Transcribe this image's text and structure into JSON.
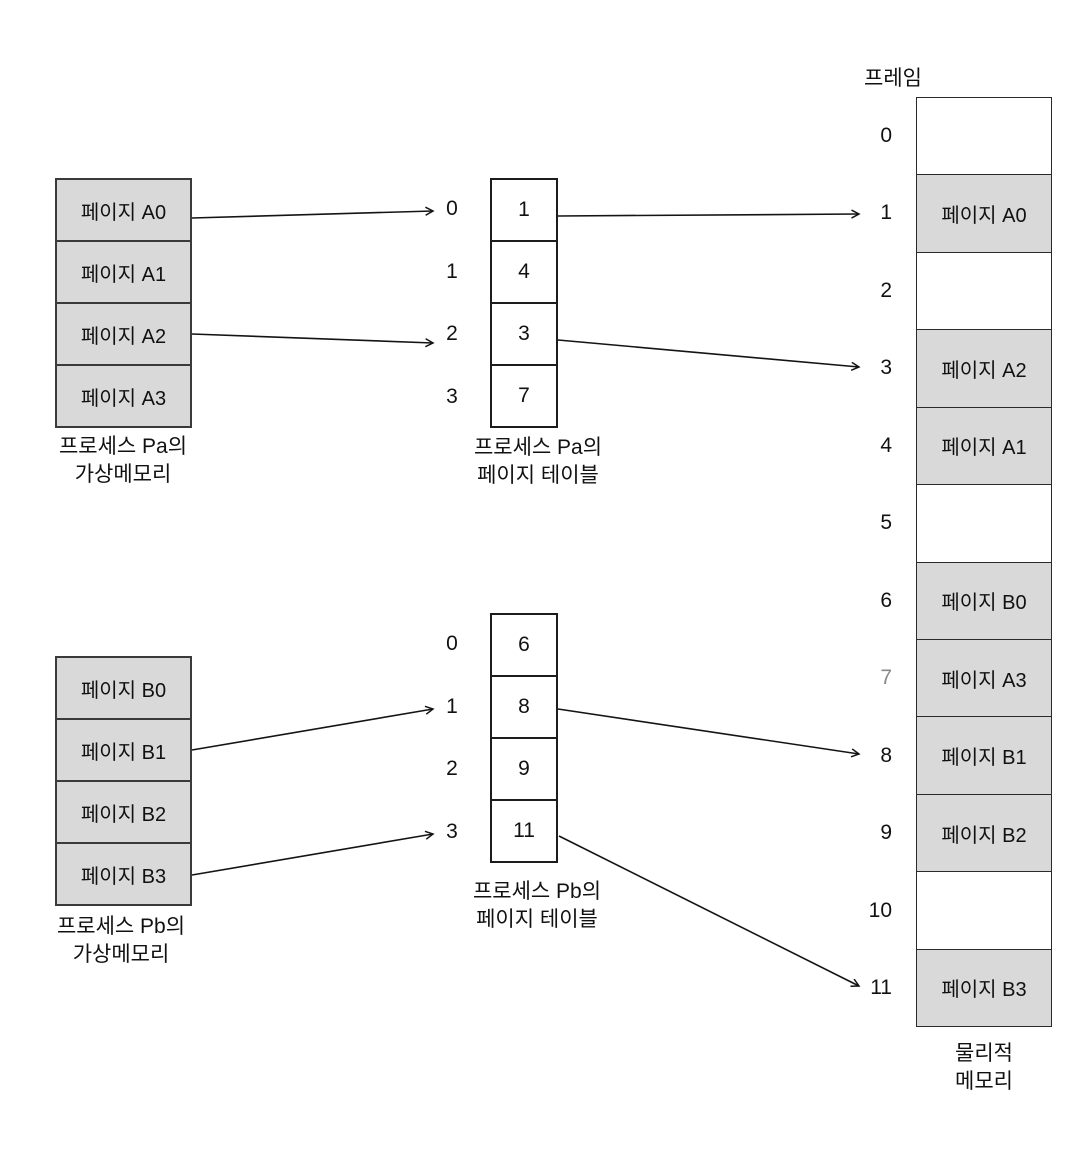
{
  "process_a": {
    "virtual_memory": {
      "pages": [
        "페이지 A0",
        "페이지 A1",
        "페이지 A2",
        "페이지 A3"
      ],
      "caption_line1": "프로세스 Pa의",
      "caption_line2": "가상메모리"
    },
    "page_table": {
      "indices": [
        "0",
        "1",
        "2",
        "3"
      ],
      "values": [
        "1",
        "4",
        "3",
        "7"
      ],
      "caption_line1": "프로세스 Pa의",
      "caption_line2": "페이지 테이블"
    }
  },
  "process_b": {
    "virtual_memory": {
      "pages": [
        "페이지 B0",
        "페이지 B1",
        "페이지 B2",
        "페이지 B3"
      ],
      "caption_line1": "프로세스 Pb의",
      "caption_line2": "가상메모리"
    },
    "page_table": {
      "indices": [
        "0",
        "1",
        "2",
        "3"
      ],
      "values": [
        "6",
        "8",
        "9",
        "11"
      ],
      "caption_line1": "프로세스 Pb의",
      "caption_line2": "페이지 테이블"
    }
  },
  "physical_memory": {
    "header": "프레임",
    "caption_line1": "물리적",
    "caption_line2": "메모리",
    "frames": [
      {
        "number": "0",
        "label": ""
      },
      {
        "number": "1",
        "label": "페이지 A0"
      },
      {
        "number": "2",
        "label": ""
      },
      {
        "number": "3",
        "label": "페이지 A2"
      },
      {
        "number": "4",
        "label": "페이지 A1"
      },
      {
        "number": "5",
        "label": ""
      },
      {
        "number": "6",
        "label": "페이지 B0"
      },
      {
        "number": "7",
        "label": "페이지 A3"
      },
      {
        "number": "8",
        "label": "페이지 B1"
      },
      {
        "number": "9",
        "label": "페이지 B2"
      },
      {
        "number": "10",
        "label": ""
      },
      {
        "number": "11",
        "label": "페이지 B3"
      }
    ]
  },
  "mappings": [
    {
      "page": "페이지 A0",
      "table_index": "0",
      "frame": "1"
    },
    {
      "page": "페이지 A2",
      "table_index": "2",
      "frame": "3"
    },
    {
      "page": "페이지 B1",
      "table_index": "1",
      "frame": "8"
    },
    {
      "page": "페이지 B3",
      "table_index": "3",
      "frame": "11"
    }
  ],
  "colors": {
    "page_fill": "#d9d9d9",
    "box_border": "#3a3a3a",
    "arrow": "#141414",
    "muted_frame_number": "#8a8a8a"
  }
}
